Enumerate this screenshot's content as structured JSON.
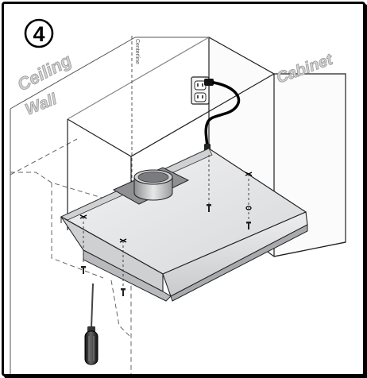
{
  "step_number": "4",
  "labels": {
    "ceiling": "Ceiling",
    "wall": "Wall",
    "cabinet": "Cabinet",
    "centerline": "Centerline"
  },
  "colors": {
    "hood_metal": "#e4e4e6",
    "hood_shadow": "#b9babd",
    "label_fill": "#d2d2d2",
    "frame": "#000000"
  },
  "icons": [
    "electrical-outlet-icon",
    "power-cord-icon",
    "screwdriver-icon",
    "screw-icon",
    "duct-collar-icon"
  ]
}
